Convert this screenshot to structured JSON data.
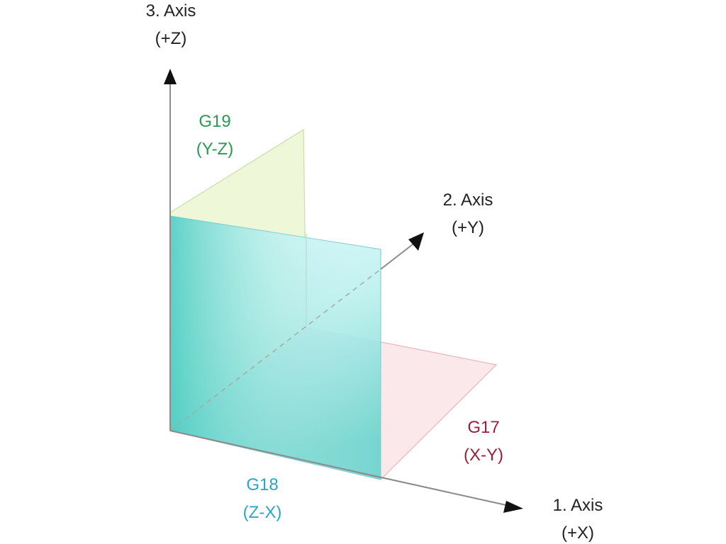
{
  "colors": {
    "axis": "#3a3a3a",
    "g17": "#9c1f3a",
    "g18": "#2aa6c8",
    "g19": "#2a9a52",
    "dashed": "#a8a8a8"
  },
  "axes": {
    "x": {
      "title": "1. Axis",
      "sign": "(+X)"
    },
    "y": {
      "title": "2. Axis",
      "sign": "(+Y)"
    },
    "z": {
      "title": "3. Axis",
      "sign": "(+Z)"
    }
  },
  "planes": {
    "g17": {
      "code": "G17",
      "plane": "(X-Y)"
    },
    "g18": {
      "code": "G18",
      "plane": "(Z-X)"
    },
    "g19": {
      "code": "G19",
      "plane": "(Y-Z)"
    }
  }
}
